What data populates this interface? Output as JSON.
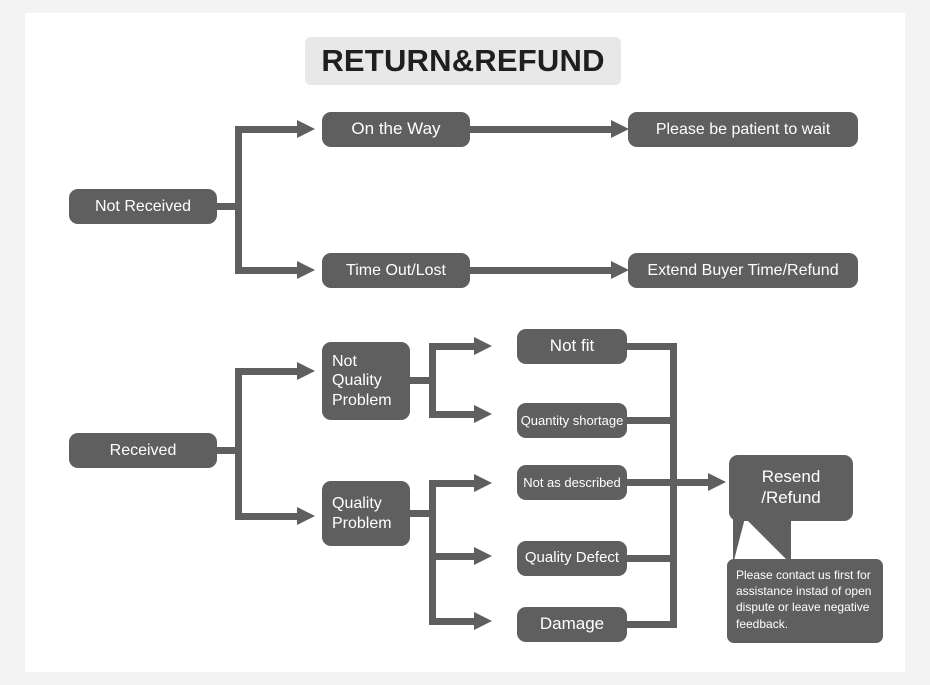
{
  "page": {
    "title": "RETURN&REFUND",
    "background_color": "#f3f3f4",
    "canvas_color": "#ffffff",
    "node_color": "#5f5f5f",
    "node_text_color": "#ffffff",
    "title_chip_color": "#e8e8e8"
  },
  "chart_data": {
    "type": "diagram",
    "title": "RETURN&REFUND",
    "nodes": [
      {
        "id": "not-received",
        "label": "Not Received"
      },
      {
        "id": "on-the-way",
        "label": "On the Way"
      },
      {
        "id": "please-wait",
        "label": "Please be patient to wait"
      },
      {
        "id": "time-out-lost",
        "label": "Time Out/Lost"
      },
      {
        "id": "extend-buyer-time",
        "label": "Extend Buyer Time/Refund"
      },
      {
        "id": "received",
        "label": "Received"
      },
      {
        "id": "not-quality-problem",
        "label": "Not\nQuality\nProblem"
      },
      {
        "id": "quality-problem",
        "label": "Quality\nProblem"
      },
      {
        "id": "not-fit",
        "label": "Not fit"
      },
      {
        "id": "quantity-shortage",
        "label": "Quantity shortage"
      },
      {
        "id": "not-as-described",
        "label": "Not as described"
      },
      {
        "id": "quality-defect",
        "label": "Quality Defect"
      },
      {
        "id": "damage",
        "label": "Damage"
      },
      {
        "id": "resend-refund",
        "label": "Resend\n/Refund"
      }
    ],
    "edges": [
      {
        "from": "not-received",
        "to": "on-the-way"
      },
      {
        "from": "not-received",
        "to": "time-out-lost"
      },
      {
        "from": "on-the-way",
        "to": "please-wait"
      },
      {
        "from": "time-out-lost",
        "to": "extend-buyer-time"
      },
      {
        "from": "received",
        "to": "not-quality-problem"
      },
      {
        "from": "received",
        "to": "quality-problem"
      },
      {
        "from": "not-quality-problem",
        "to": "not-fit"
      },
      {
        "from": "not-quality-problem",
        "to": "quantity-shortage"
      },
      {
        "from": "quality-problem",
        "to": "not-as-described"
      },
      {
        "from": "quality-problem",
        "to": "quality-defect"
      },
      {
        "from": "quality-problem",
        "to": "damage"
      },
      {
        "from": "not-fit",
        "to": "resend-refund"
      },
      {
        "from": "quantity-shortage",
        "to": "resend-refund"
      },
      {
        "from": "not-as-described",
        "to": "resend-refund"
      },
      {
        "from": "quality-defect",
        "to": "resend-refund"
      },
      {
        "from": "damage",
        "to": "resend-refund"
      }
    ],
    "annotations": [
      {
        "id": "contact-note",
        "attached_to": "resend-refund",
        "text": "Please contact us first for assistance instad of open dispute or leave negative feedback."
      }
    ]
  },
  "nodes": {
    "not_received": "Not Received",
    "on_the_way": "On the Way",
    "please_wait": "Please be patient to wait",
    "time_out_lost": "Time Out/Lost",
    "extend_buyer_time": "Extend Buyer Time/Refund",
    "received": "Received",
    "not_quality_problem": "Not\nQuality\nProblem",
    "quality_problem": "Quality\nProblem",
    "not_fit": "Not fit",
    "quantity_shortage": "Quantity shortage",
    "not_as_described": "Not as described",
    "quality_defect": "Quality Defect",
    "damage": "Damage",
    "resend_refund": "Resend\n/Refund"
  },
  "callout": {
    "text": "Please contact us first for assistance instad of open dispute or leave negative feedback."
  }
}
